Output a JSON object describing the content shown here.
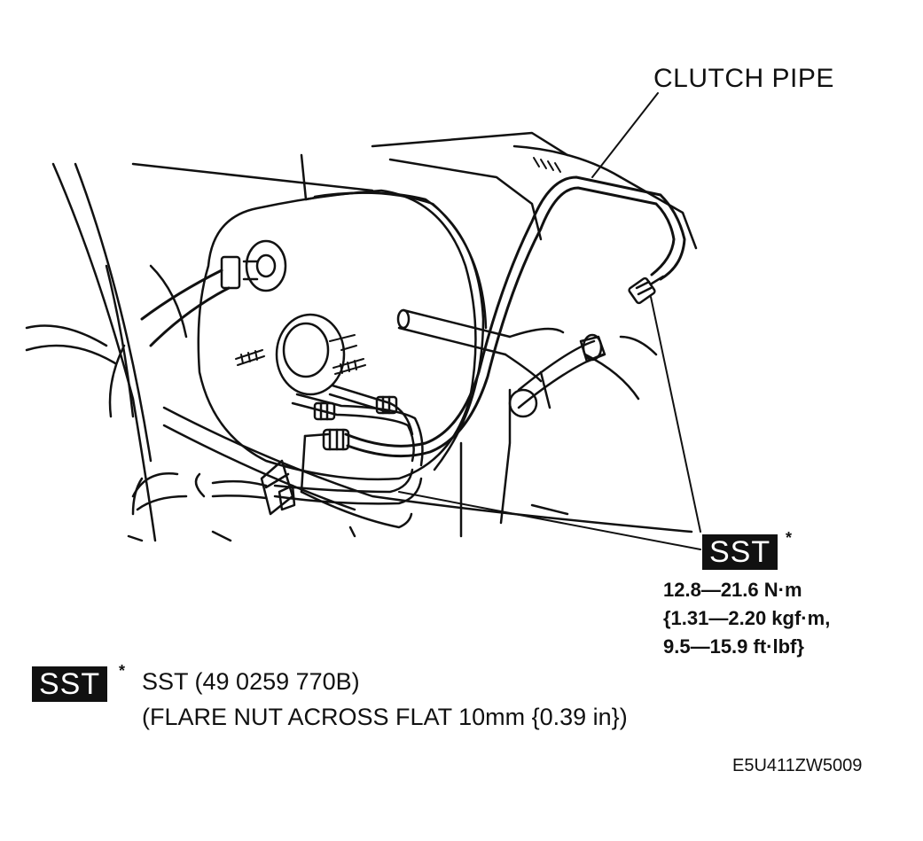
{
  "callout": {
    "label": "CLUTCH PIPE"
  },
  "sst_badge": {
    "label": "SST",
    "asterisk": "*"
  },
  "torque": {
    "line1": "12.8—21.6 N·m",
    "line2": "{1.31—2.20 kgf·m,",
    "line3": "9.5—15.9 ft·lbf}"
  },
  "legend": {
    "badge_label": "SST",
    "asterisk": "*",
    "line1": "SST (49 0259 770B)",
    "line2": "(FLARE NUT ACROSS FLAT 10mm {0.39 in})"
  },
  "figure_code": "E5U411ZW5009",
  "colors": {
    "ink": "#111111",
    "badge_bg": "#111111",
    "badge_text": "#ffffff",
    "background": "#ffffff"
  }
}
